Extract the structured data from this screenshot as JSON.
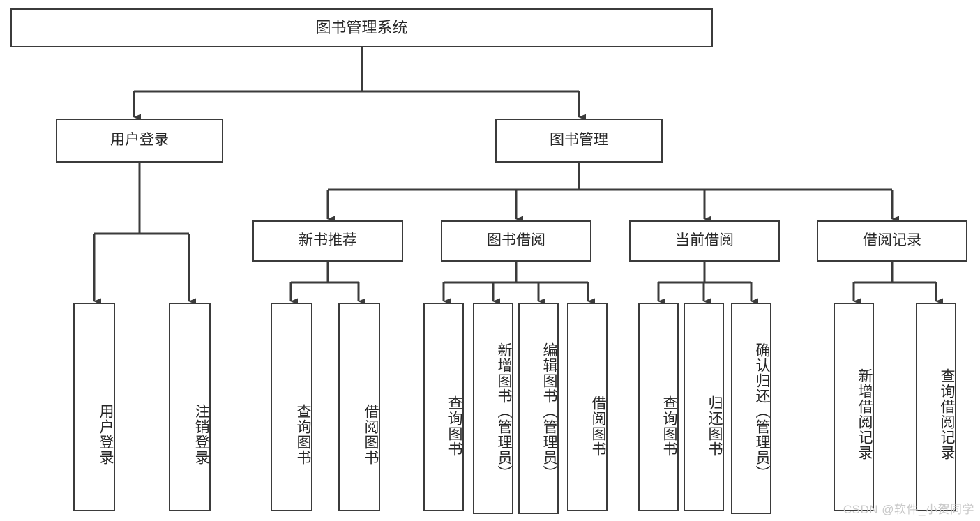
{
  "diagram": {
    "title": "图书管理系统",
    "type": "功能结构图",
    "watermark": "CSDN @软件_小贺同学",
    "colors": {
      "node_border": "#3b3b3b",
      "node_fill": "#ffffff",
      "edge": "#3b3b3b",
      "text": "#262626",
      "watermark": "#c9c9c9"
    },
    "root": {
      "label": "图书管理系统"
    },
    "level2": [
      {
        "label": "用户登录"
      },
      {
        "label": "图书管理"
      }
    ],
    "level3": [
      {
        "label": "新书推荐"
      },
      {
        "label": "图书借阅"
      },
      {
        "label": "当前借阅"
      },
      {
        "label": "借阅记录"
      }
    ],
    "leaves": {
      "user_login": [
        {
          "label": "用户登录"
        },
        {
          "label": "注销登录"
        }
      ],
      "new_book": [
        {
          "label": "查询图书"
        },
        {
          "label": "借阅图书"
        }
      ],
      "book_borrow": [
        {
          "label": "查询图书"
        },
        {
          "label": "新增图书（管理员）"
        },
        {
          "label": "编辑图书（管理员）"
        },
        {
          "label": "借阅图书"
        }
      ],
      "current_borrow": [
        {
          "label": "查询图书"
        },
        {
          "label": "归还图书"
        },
        {
          "label": "确认归还（管理员）"
        }
      ],
      "borrow_record": [
        {
          "label": "新增借阅记录"
        },
        {
          "label": "查询借阅记录"
        }
      ]
    }
  }
}
